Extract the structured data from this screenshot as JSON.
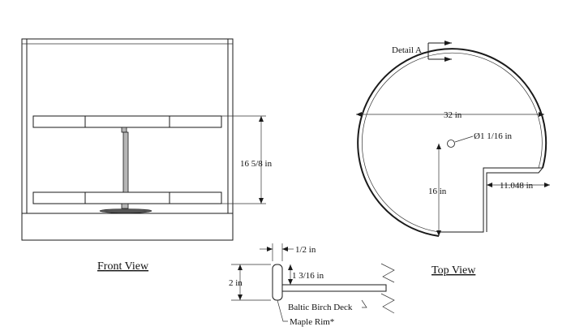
{
  "views": {
    "front": {
      "title": "Front View",
      "height_dim": "16 5/8 in"
    },
    "top": {
      "title": "Top View",
      "diameter_dim": "32 in",
      "hole_dim": "Ø1 1/16 in",
      "radius_dim": "16 in",
      "notch_dim": "11.048 in",
      "detail_callout": "Detail A"
    },
    "detail": {
      "rim_thickness_dim": "1/2 in",
      "rim_height_dim": "2 in",
      "deck_offset_dim": "1 3/16 in",
      "deck_label": "Baltic Birch Deck",
      "rim_label": "Maple Rim*"
    }
  }
}
